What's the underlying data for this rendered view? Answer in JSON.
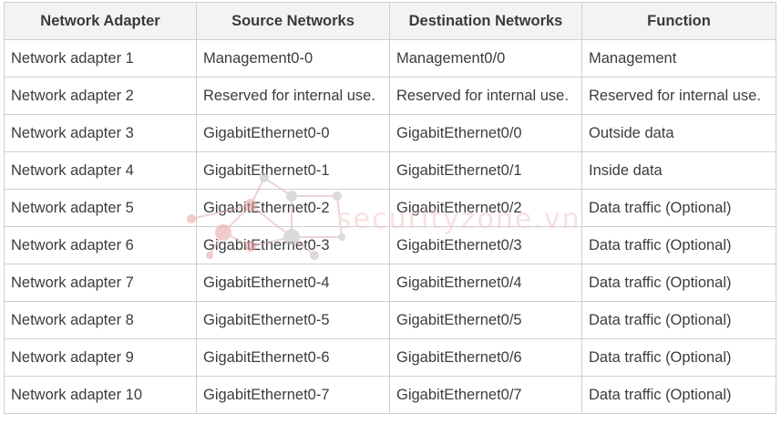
{
  "table": {
    "headers": [
      "Network Adapter",
      "Source Networks",
      "Destination Networks",
      "Function"
    ],
    "rows": [
      [
        "Network adapter 1",
        "Management0-0",
        "Management0/0",
        "Management"
      ],
      [
        "Network adapter 2",
        "Reserved for internal use.",
        "Reserved for internal use.",
        "Reserved for internal use."
      ],
      [
        "Network adapter 3",
        "GigabitEthernet0-0",
        "GigabitEthernet0/0",
        "Outside data"
      ],
      [
        "Network adapter 4",
        "GigabitEthernet0-1",
        "GigabitEthernet0/1",
        "Inside data"
      ],
      [
        "Network adapter 5",
        "GigabitEthernet0-2",
        "GigabitEthernet0/2",
        "Data traffic (Optional)"
      ],
      [
        "Network adapter 6",
        "GigabitEthernet0-3",
        "GigabitEthernet0/3",
        "Data traffic (Optional)"
      ],
      [
        "Network adapter 7",
        "GigabitEthernet0-4",
        "GigabitEthernet0/4",
        "Data traffic (Optional)"
      ],
      [
        "Network adapter 8",
        "GigabitEthernet0-5",
        "GigabitEthernet0/5",
        "Data traffic (Optional)"
      ],
      [
        "Network adapter 9",
        "GigabitEthernet0-6",
        "GigabitEthernet0/6",
        "Data traffic (Optional)"
      ],
      [
        "Network adapter 10",
        "GigabitEthernet0-7",
        "GigabitEthernet0/7",
        "Data traffic (Optional)"
      ]
    ]
  },
  "watermark": {
    "text": "securityzone.vn",
    "color": "#f2c9c9",
    "node_color": "#e8a3a3",
    "node_color_gray": "#bdbdbd"
  },
  "colors": {
    "border": "#cfcfcf",
    "header_bg": "#f3f3f3",
    "text": "#3c3c3c"
  }
}
